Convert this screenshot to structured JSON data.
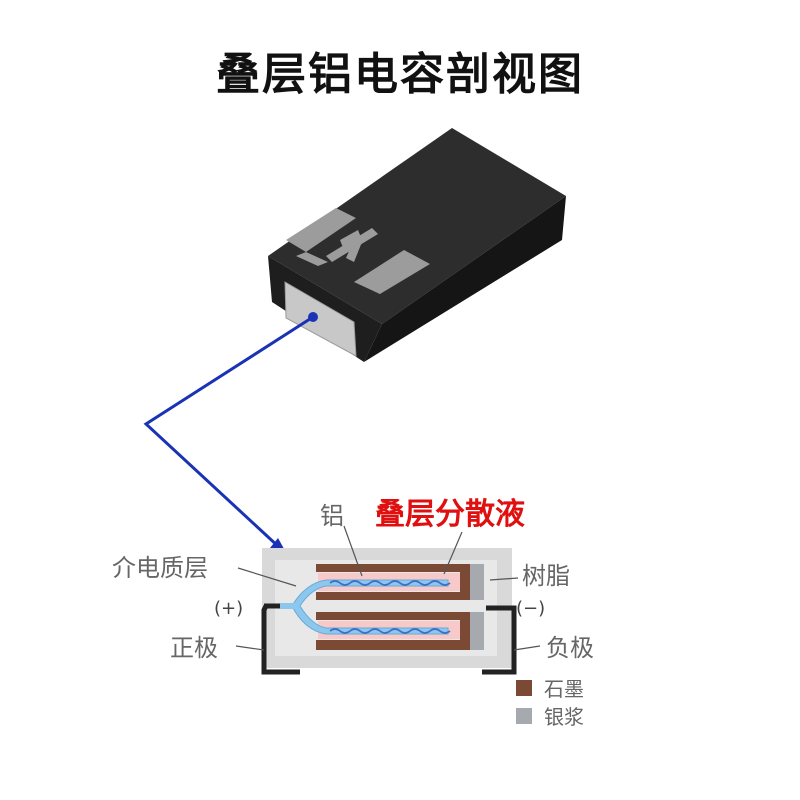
{
  "title": "叠层铝电容剖视图",
  "component": {
    "marking": "[+]"
  },
  "cross_section": {
    "labels": {
      "aluminum": "铝",
      "dispersion": "叠层分散液",
      "dielectric": "介电质层",
      "resin": "树脂",
      "positive_sign": "(+)",
      "negative_sign": "(−)",
      "anode": "正极",
      "cathode": "负极"
    },
    "legend": [
      {
        "label": "石墨",
        "color": "#7a4a35"
      },
      {
        "label": "银浆",
        "color": "#a6a9ad"
      }
    ],
    "colors": {
      "highlight": "#e01010",
      "pointer": "#1a33b5",
      "conductor": "#8cc8ee",
      "wave": "#3a6ec8",
      "fill": "#f7c9c9",
      "body": "#d5d5d5"
    }
  }
}
